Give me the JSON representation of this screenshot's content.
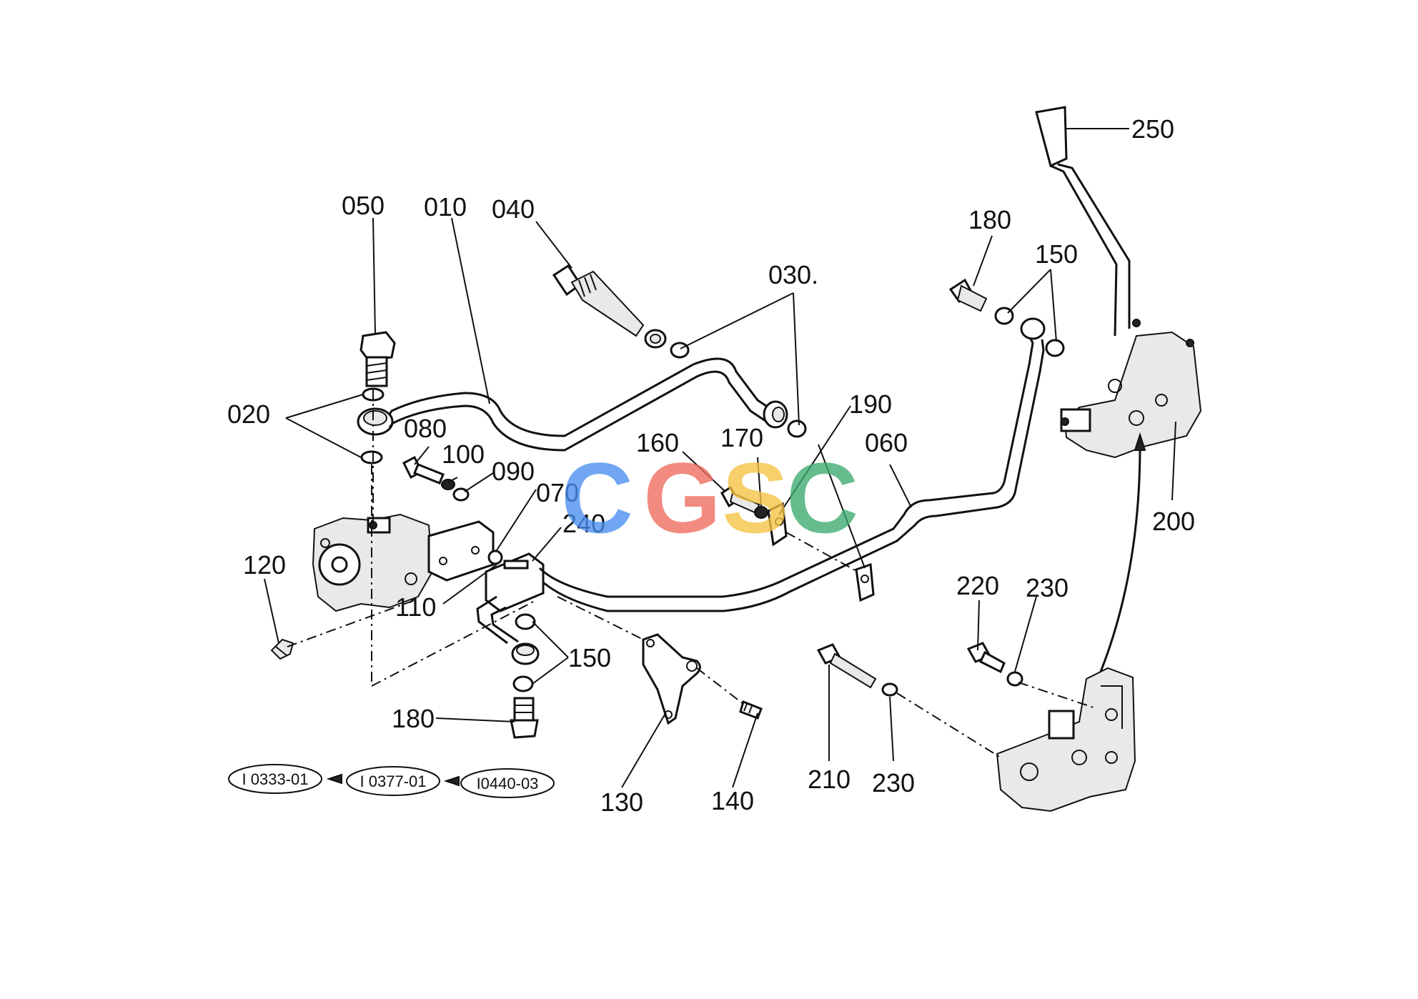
{
  "labels": {
    "l010": "010",
    "l020": "020",
    "l030": "030.",
    "l040": "040",
    "l050": "050",
    "l060": "060",
    "l070": "070",
    "l080": "080",
    "l090": "090",
    "l100": "100",
    "l110": "110",
    "l120": "120",
    "l130": "130",
    "l140": "140",
    "l150a": "150",
    "l150b": "150",
    "l160": "160",
    "l170": "170",
    "l180a": "180",
    "l180b": "180",
    "l190": "190",
    "l200": "200",
    "l210": "210",
    "l220": "220",
    "l230a": "230",
    "l230b": "230",
    "l240": "240",
    "l250": "250"
  },
  "serial_refs": [
    "I 0333-01",
    "I 0377-01",
    "I0440-03"
  ],
  "watermark": {
    "letters": [
      "C",
      "G",
      "S",
      "C"
    ],
    "colors": [
      "#4a8ef0",
      "#ef6b5c",
      "#f5c342",
      "#3daa6e"
    ]
  }
}
